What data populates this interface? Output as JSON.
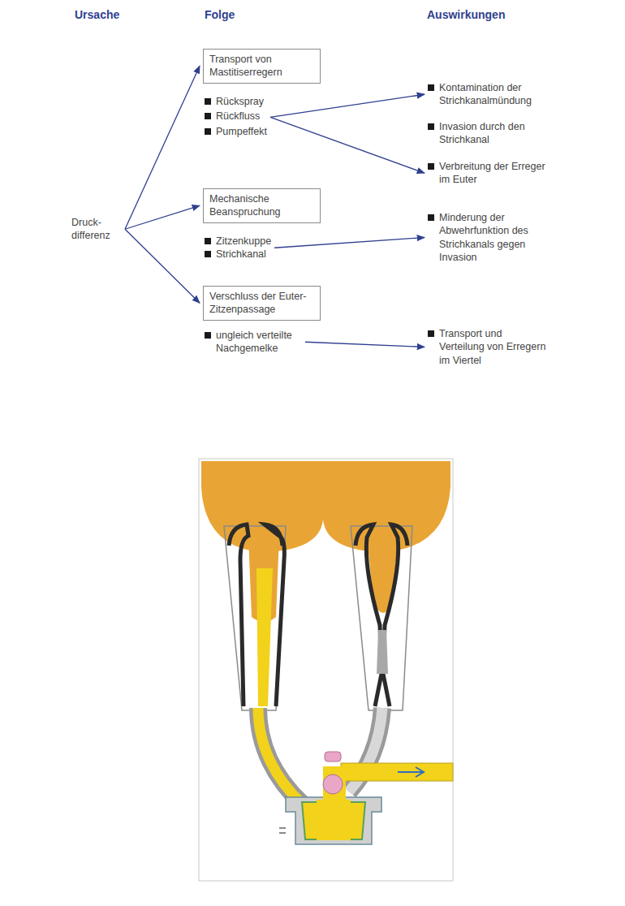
{
  "diagram": {
    "nodes": [
      {
        "text": [
          "Druck- differenz"
        ]
      },
      {
        "text": [
          "Transport von Mastitiserregern"
        ]
      },
      {
        "text": [
          "Rückspray",
          "Rückfluss",
          "Pumpeffekt"
        ]
      },
      {
        "text": [
          "Kontamination der Strichkanalmündung"
        ]
      },
      {
        "text": [
          "Invasion durch den Strichkanal"
        ]
      },
      {
        "text": [
          "Verbreitung der Erreger im Euter"
        ]
      },
      {
        "text": [
          "Mechanische Beanspruchung"
        ]
      },
      {
        "text": [
          "Zitzenkuppe",
          "Strichkanal"
        ]
      },
      {
        "text": [
          "Minderung der Abwehrfunktion des Strichkanals gegen Invasion"
        ]
      },
      {
        "text": [
          "Verschluss der Euter- Zitzenpassage"
        ]
      },
      {
        "text": [
          "ungleich verteilte Nachgemelke"
        ]
      },
      {
        "text": [
          "Transport und Verteilung von Erregern im Viertel"
        ]
      }
    ],
    "edges": [
      {
        "from": 0,
        "to": 1,
        "arrow": "to"
      },
      {
        "from": 0,
        "to": 6,
        "arrow": "to"
      },
      {
        "from": 0,
        "to": 9,
        "arrow": "to"
      },
      {
        "from": 2,
        "to": 3,
        "arrow": "to"
      },
      {
        "from": 2,
        "to": 5,
        "arrow": "to"
      },
      {
        "from": 7,
        "to": 8,
        "arrow": "to"
      },
      {
        "from": 10,
        "to": 11,
        "arrow": "to"
      }
    ],
    "labels": [
      "Ursache",
      "Folge",
      "Auswirkungen"
    ]
  }
}
